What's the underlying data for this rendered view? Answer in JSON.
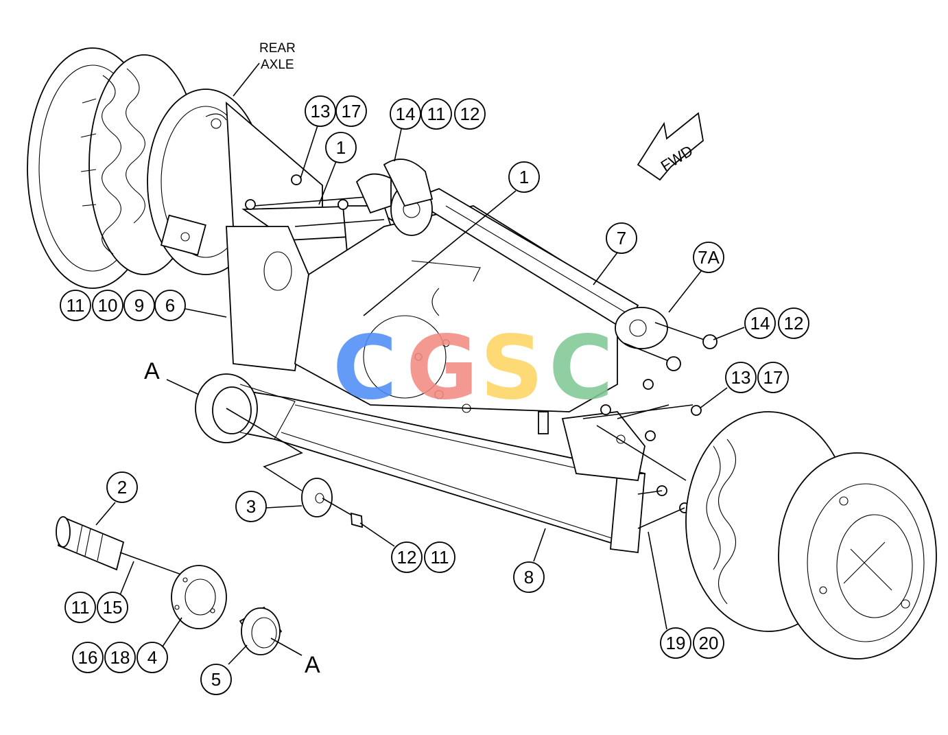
{
  "labels": {
    "rear_axle_line1": "REAR",
    "rear_axle_line2": "AXLE",
    "fwd": "FWD",
    "view_a_top": "A",
    "view_a_bottom": "A"
  },
  "watermark": {
    "letters": [
      "C",
      "G",
      "S",
      "C"
    ],
    "colors": [
      "#4f8ef7",
      "#f28b82",
      "#fdd663",
      "#81c995"
    ]
  },
  "callouts": {
    "c_13_a": "13",
    "c_17_a": "17",
    "c_14_a": "14",
    "c_11_a": "11",
    "c_12_a": "12",
    "c_1_a": "1",
    "c_1_b": "1",
    "c_7": "7",
    "c_7a": "7A",
    "c_14_b": "14",
    "c_12_b": "12",
    "c_11_b": "11",
    "c_10": "10",
    "c_9": "9",
    "c_6": "6",
    "c_13_b": "13",
    "c_17_b": "17",
    "c_2": "2",
    "c_3": "3",
    "c_12_c": "12",
    "c_11_c": "11",
    "c_8": "8",
    "c_11_d": "11",
    "c_15": "15",
    "c_16": "16",
    "c_18": "18",
    "c_4": "4",
    "c_5": "5",
    "c_19": "19",
    "c_20": "20"
  }
}
